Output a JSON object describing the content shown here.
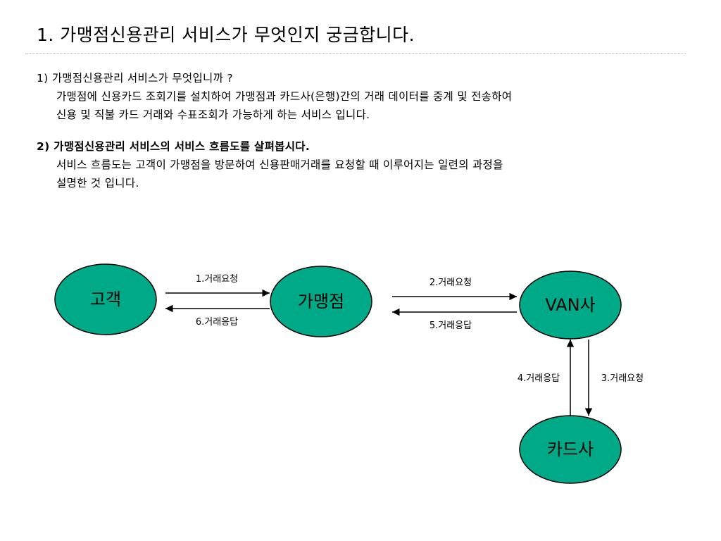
{
  "page": {
    "title": "1. 가맹점신용관리 서비스가 무엇인지 궁금합니다."
  },
  "section1": {
    "heading": "1)  가맹점신용관리 서비스가 무엇입니까 ?",
    "line1": "가맹점에 신용카드 조회기를 설치하여 가맹점과 카드사(은행)간의 거래 데이터를 중계 및 전송하여",
    "line2": "신용 및 직불 카드 거래와 수표조회가 가능하게 하는 서비스 입니다."
  },
  "section2": {
    "heading": "2) 가맹점신용관리 서비스의 서비스 흐름도를 살펴봅시다.",
    "line1": "서비스 흐름도는 고객이 가맹점을 방문하여 신용판매거래를 요청할 때 이루어지는 일련의 과정을",
    "line2": "설명한 것 입니다."
  },
  "diagram": {
    "colors": {
      "node_fill": "#00aa88",
      "stroke": "#000000"
    },
    "nodes": [
      {
        "id": "customer",
        "label": "고객"
      },
      {
        "id": "merchant",
        "label": "가맹점"
      },
      {
        "id": "van",
        "label": "VAN사"
      },
      {
        "id": "card",
        "label": "카드사"
      }
    ],
    "edges": [
      {
        "id": "e1",
        "from": "customer",
        "to": "merchant",
        "label": "1.거래요청"
      },
      {
        "id": "e2",
        "from": "merchant",
        "to": "van",
        "label": "2.거래요청"
      },
      {
        "id": "e3",
        "from": "van",
        "to": "card",
        "label": "3.거래요청"
      },
      {
        "id": "e4",
        "from": "card",
        "to": "van",
        "label": "4.거래응답"
      },
      {
        "id": "e5",
        "from": "van",
        "to": "merchant",
        "label": "5.거래응답"
      },
      {
        "id": "e6",
        "from": "merchant",
        "to": "customer",
        "label": "6.거래응답"
      }
    ]
  }
}
